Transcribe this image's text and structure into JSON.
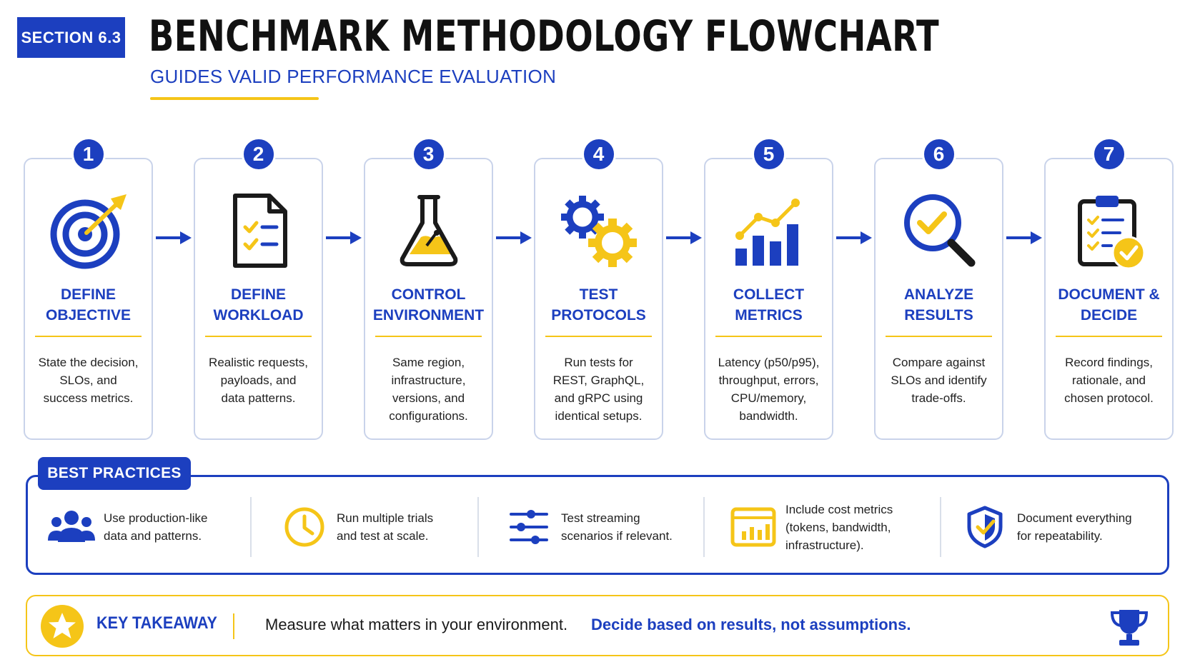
{
  "header": {
    "section_badge": "SECTION 6.3",
    "title": "BENCHMARK METHODOLOGY FLOWCHART",
    "subtitle": "GUIDES VALID PERFORMANCE EVALUATION"
  },
  "steps": [
    {
      "number": "1",
      "title": "DEFINE\nOBJECTIVE",
      "description": "State the decision,\nSLOs, and\nsuccess metrics.",
      "icon": "target-icon"
    },
    {
      "number": "2",
      "title": "DEFINE\nWORKLOAD",
      "description": "Realistic requests,\npayloads, and\ndata patterns.",
      "icon": "checklist-document-icon"
    },
    {
      "number": "3",
      "title": "CONTROL\nENVIRONMENT",
      "description": "Same region,\ninfrastructure,\nversions, and\nconfigurations.",
      "icon": "flask-icon"
    },
    {
      "number": "4",
      "title": "TEST\nPROTOCOLS",
      "description": "Run tests for\nREST, GraphQL,\nand gRPC using\nidentical setups.",
      "icon": "gears-icon"
    },
    {
      "number": "5",
      "title": "COLLECT\nMETRICS",
      "description": "Latency (p50/p95),\nthroughput, errors,\nCPU/memory,\nbandwidth.",
      "icon": "bar-chart-icon"
    },
    {
      "number": "6",
      "title": "ANALYZE\nRESULTS",
      "description": "Compare against\nSLOs and identify\ntrade-offs.",
      "icon": "magnifier-check-icon"
    },
    {
      "number": "7",
      "title": "DOCUMENT &\nDECIDE",
      "description": "Record findings,\nrationale, and\nchosen protocol.",
      "icon": "clipboard-check-icon"
    }
  ],
  "best_practices": {
    "label": "BEST PRACTICES",
    "items": [
      {
        "text": "Use production-like\ndata and patterns.",
        "icon": "users-icon"
      },
      {
        "text": "Run multiple trials\nand test at scale.",
        "icon": "clock-icon"
      },
      {
        "text": "Test streaming\nscenarios if relevant.",
        "icon": "sliders-icon"
      },
      {
        "text": "Include cost metrics\n(tokens, bandwidth,\ninfrastructure).",
        "icon": "dashboard-chart-icon"
      },
      {
        "text": "Document everything\nfor repeatability.",
        "icon": "shield-icon"
      }
    ]
  },
  "key_takeaway": {
    "label": "KEY TAKEAWAY",
    "text": "Measure what matters in your environment.",
    "emphasis": "Decide based on results, not assumptions."
  },
  "colors": {
    "primary_blue": "#1c3fbf",
    "accent_yellow": "#f5c518",
    "card_border": "#c9d3ea"
  }
}
